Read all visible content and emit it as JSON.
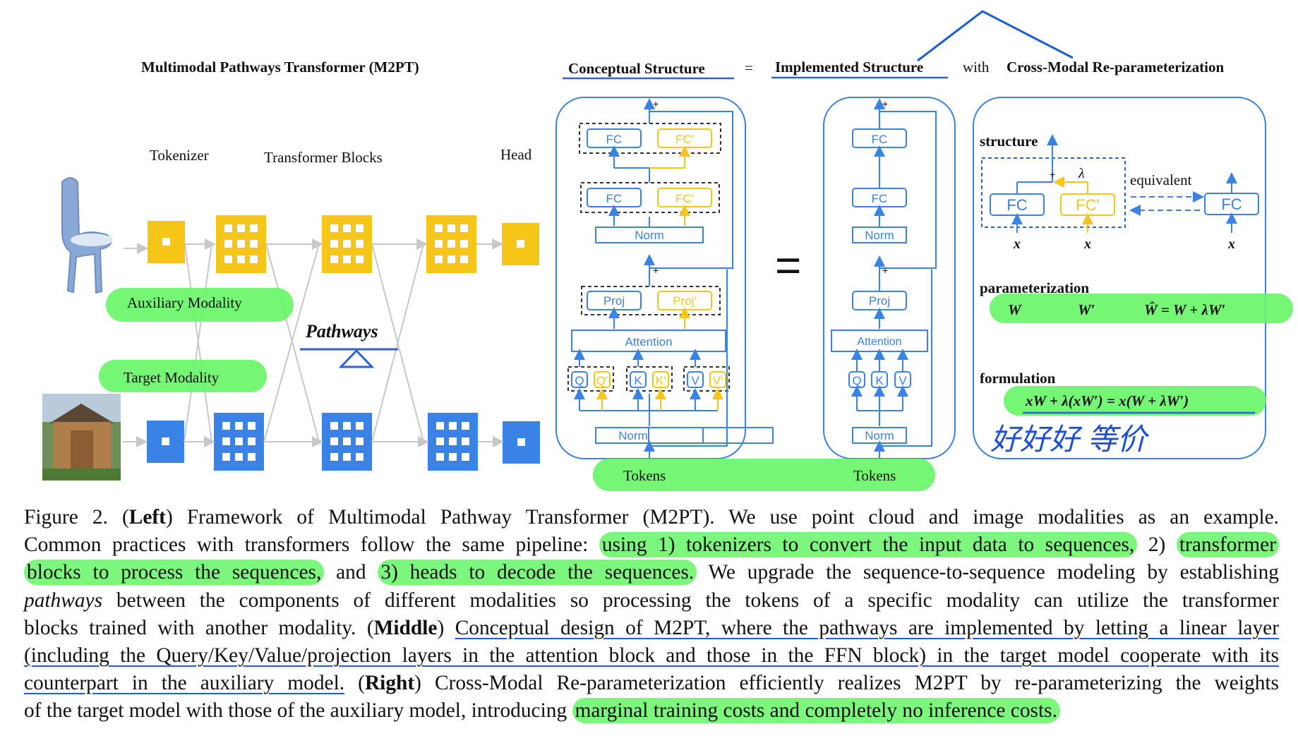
{
  "figure": {
    "left_title": "Multimodal Pathways Transformer (M2PT)",
    "col_tokenizer": "Tokenizer",
    "col_blocks": "Transformer Blocks",
    "col_head": "Head",
    "aux_label": "Auxiliary Modality",
    "target_label": "Target Modality",
    "pathways": "Pathways",
    "top_conceptual": "Conceptual Structure",
    "top_equals": "=",
    "top_implemented": "Implemented Structure",
    "top_with": "with",
    "top_crossmodal": "Cross-Modal Re-parameterization",
    "fc": "FC",
    "fc_prime": "FC′",
    "norm": "Norm",
    "proj": "Proj",
    "proj_prime": "Proj′",
    "attention": "Attention",
    "q": "Q",
    "q_prime": "Q′",
    "k": "K",
    "k_prime": "K′",
    "v": "V",
    "v_prime": "V′",
    "plus": "+",
    "tokens": "Tokens",
    "big_equals": "=",
    "structure": "structure",
    "equivalent": "equivalent",
    "lambda": "λ",
    "x": "x",
    "parameterization": "parameterization",
    "param_w": "W",
    "param_wp": "W′",
    "param_eq": "Ŵ = W + λW′",
    "formulation": "formulation",
    "formula": "xW + λ(xW′) = x(W + λW′)",
    "handwriting": "好好好 等价",
    "colors": {
      "yellow": "#f5c518",
      "blue": "#3b82e6",
      "frame": "#2b63d9",
      "highlight": "#66f566"
    }
  },
  "caption": {
    "fig_num": "Figure 2.",
    "left_bold": "Left",
    "s1": ") Framework of Multimodal Pathway Transformer (M2PT). We use point cloud and image modalities as an example.",
    "s2a": "Common practices with transformers follow the same pipeline:",
    "s2b": "using 1) tokenizers to convert the input data to sequences,",
    "s2c": "2)",
    "s2d": "transformer",
    "s3a": "blocks to process the sequences,",
    "s3b": "and",
    "s3c": "3) heads to decode the sequences.",
    "s3d": "We upgrade the sequence-to-sequence modeling by establishing",
    "s4a": "pathways",
    "s4b": "between the components of different modalities so processing the tokens of a specific modality can utilize the transformer",
    "s5a": "blocks trained with another modality. (",
    "middle_bold": "Middle",
    "s5b": "Conceptual design of M2PT, where the pathways are implemented by letting a linear layer",
    "s6": "(including the Query/Key/Value/projection layers in the attention block and those in the FFN block) in the target model cooperate with its",
    "s7a": "counterpart in the auxiliary model.",
    "right_bold": "Right",
    "s7b": ") Cross-Modal Re-parameterization efficiently realizes M2PT by re-parameterizing the weights",
    "s8a": "of the target model with those of the auxiliary model, introducing",
    "s8b": "marginal training costs and completely no inference costs."
  }
}
